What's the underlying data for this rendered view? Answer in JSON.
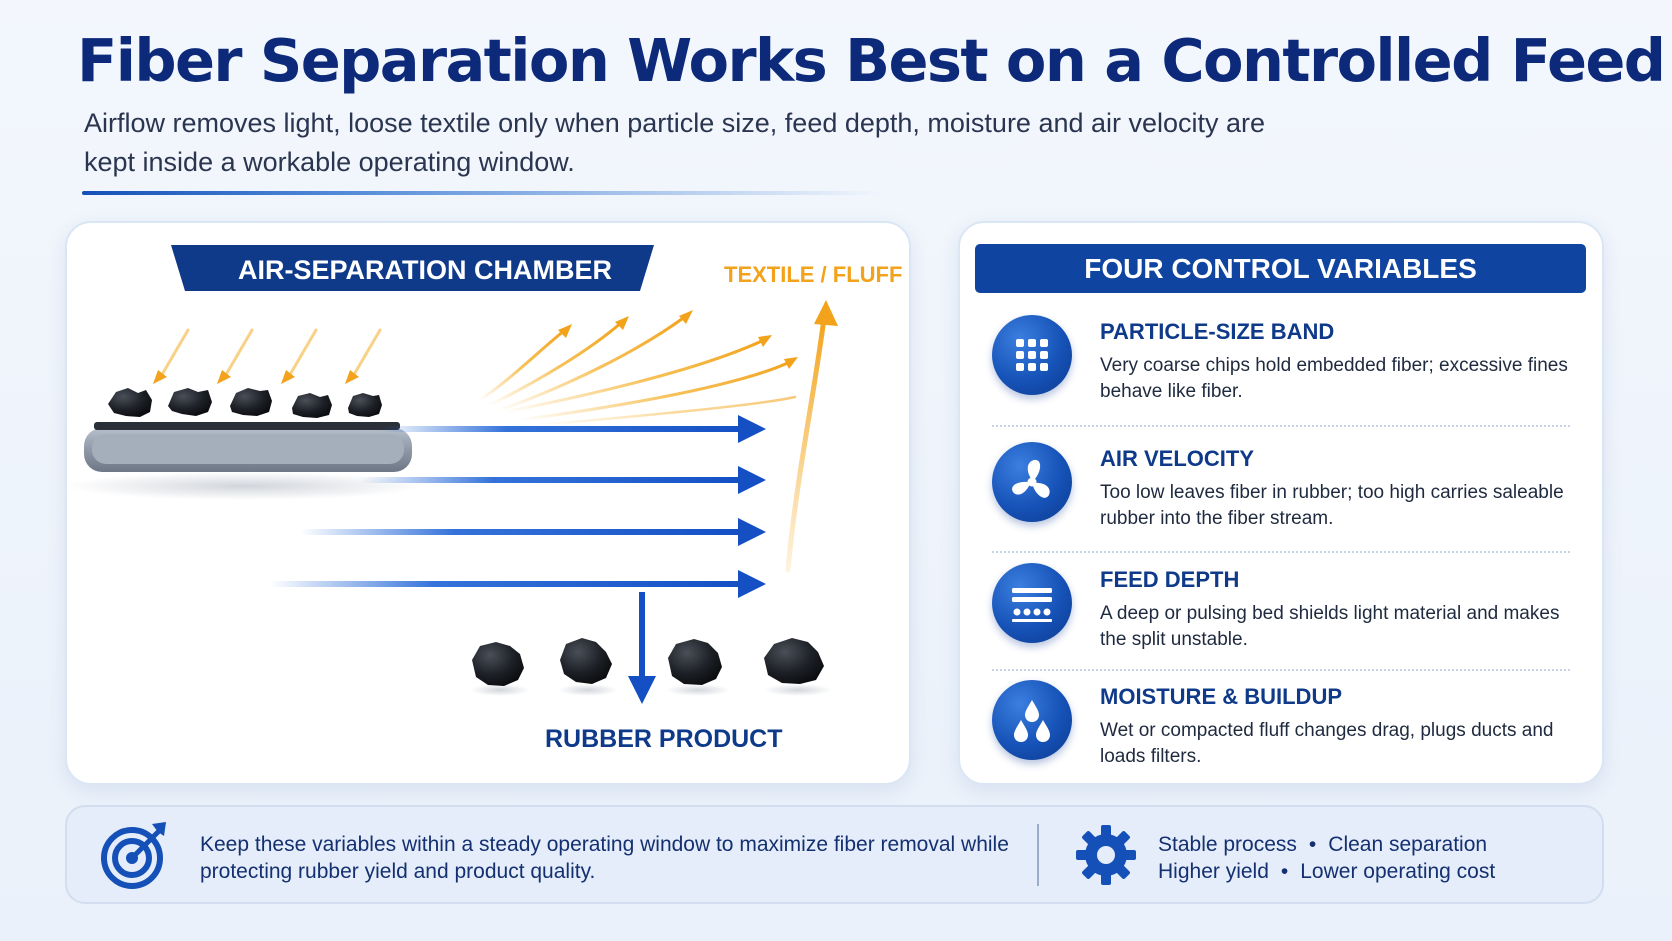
{
  "header": {
    "title": "Fiber Separation Works Best on a Controlled Feed",
    "subtitle": "Airflow removes light, loose textile only when particle size, feed depth, moisture and air velocity are kept inside a workable operating window."
  },
  "diagram": {
    "chamber_label": "AIR-SEPARATION CHAMBER",
    "textile_label": "TEXTILE / FLUFF",
    "rubber_label": "RUBBER PRODUCT"
  },
  "panel": {
    "header": "FOUR CONTROL VARIABLES",
    "variables": [
      {
        "title": "PARTICLE-SIZE BAND",
        "desc": "Very coarse chips hold embedded fiber; excessive fines behave like fiber.",
        "icon": "grid-dots-icon"
      },
      {
        "title": "AIR VELOCITY",
        "desc": "Too low leaves fiber in rubber; too high carries saleable rubber into the fiber stream.",
        "icon": "fan-icon"
      },
      {
        "title": "FEED DEPTH",
        "desc": "A deep or pulsing bed shields light material and makes the split unstable.",
        "icon": "layers-icon"
      },
      {
        "title": "MOISTURE & BUILDUP",
        "desc": "Wet or compacted fluff changes drag, plugs ducts and loads filters.",
        "icon": "water-drops-icon"
      }
    ]
  },
  "footer": {
    "message": "Keep these variables within a steady operating window to maximize fiber removal while protecting rubber yield and product quality.",
    "benefits": [
      [
        "Stable process",
        "Clean separation"
      ],
      [
        "Higher yield",
        "Lower operating cost"
      ]
    ],
    "separator": "•"
  },
  "colors": {
    "brand_blue": "#0f44a0",
    "accent_orange": "#f2a21b",
    "title_blue": "#0d2a7a"
  }
}
